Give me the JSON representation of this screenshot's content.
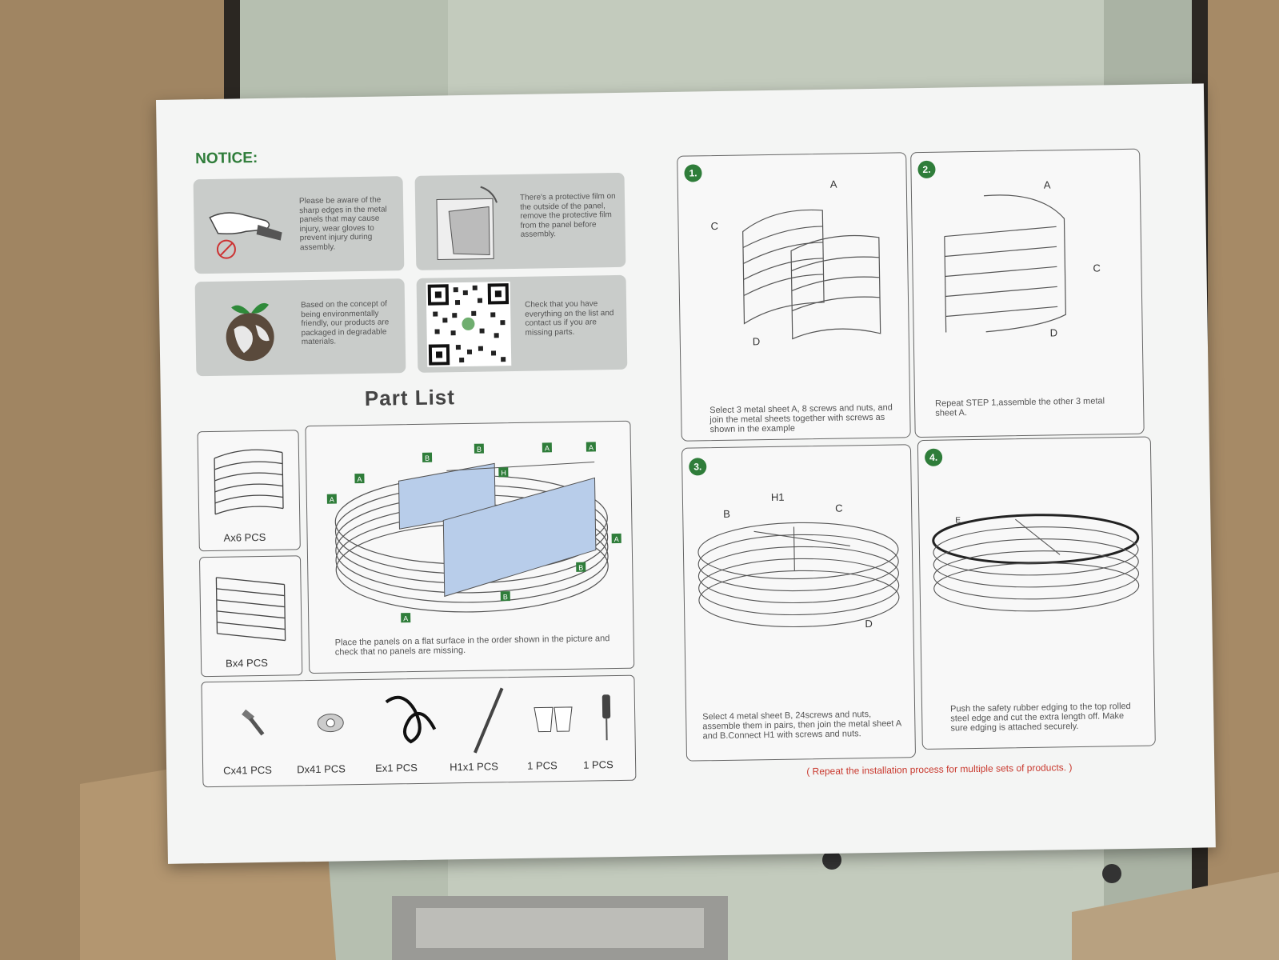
{
  "notice": {
    "title": "NOTICE:",
    "items": [
      {
        "icon": "gloves-icon",
        "text": "Please be aware of the sharp edges in the metal panels that may cause injury, wear gloves to prevent injury during assembly."
      },
      {
        "icon": "film-icon",
        "text": "There's a protective film on the outside of the panel, remove the protective film from the panel before assembly."
      },
      {
        "icon": "earth-icon",
        "text": "Based on the concept of being environmentally friendly, our products are packaged in degradable materials."
      },
      {
        "icon": "qr-code-icon",
        "text": "Check that you have everything on the list and contact us if you are missing parts."
      }
    ]
  },
  "part_list": {
    "title": "Part List",
    "panels": [
      "Ax6 PCS",
      "Bx4 PCS"
    ],
    "diagram_caption": "Place the panels on a flat surface in the order shown in the picture and check that no panels are missing.",
    "hardware": [
      "Cx41 PCS",
      "Dx41 PCS",
      "Ex1 PCS",
      "H1x1 PCS",
      "1 PCS",
      "1 PCS"
    ]
  },
  "steps": [
    {
      "num": "1.",
      "caption": "Select 3 metal sheet A, 8 screws and nuts, and join the metal sheets together with screws as shown in the example",
      "labels": [
        "A",
        "C",
        "D"
      ]
    },
    {
      "num": "2.",
      "caption": "Repeat STEP 1,assemble the other 3 metal sheet A.",
      "labels": [
        "A",
        "C",
        "D"
      ]
    },
    {
      "num": "3.",
      "caption": "Select 4 metal sheet B, 24screws and nuts, assemble them in pairs, then join the metal sheet A and B.Connect H1 with screws and nuts.",
      "labels": [
        "H1",
        "B",
        "C",
        "D"
      ]
    },
    {
      "num": "4.",
      "caption": "Push the safety rubber edging to the top rolled steel edge and cut the extra length off. Make sure edging is attached securely.",
      "labels": [
        "E"
      ]
    }
  ],
  "repeat_note": "( Repeat the installation process for multiple sets of products. )",
  "diagram_tags": [
    "A",
    "A",
    "A",
    "A",
    "A",
    "A",
    "B",
    "B",
    "B",
    "B",
    "H"
  ],
  "colors": {
    "accent_green": "#2f7d3a",
    "panel_blue": "#b8cdea",
    "note_red": "#c93a2f"
  }
}
